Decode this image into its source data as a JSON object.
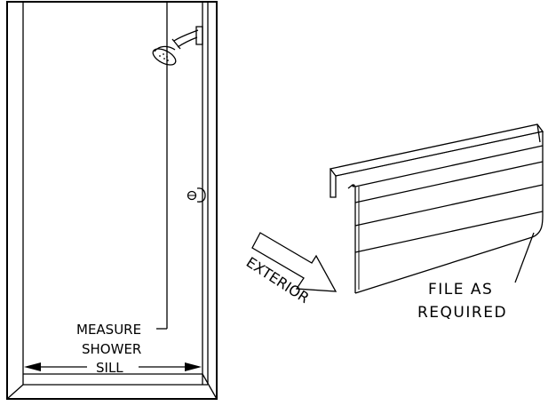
{
  "labels": {
    "measure": "MEASURE",
    "shower": "SHOWER",
    "sill": "SILL",
    "exterior": "EXTERIOR",
    "file_as": "FILE AS",
    "required": "REQUIRED"
  }
}
